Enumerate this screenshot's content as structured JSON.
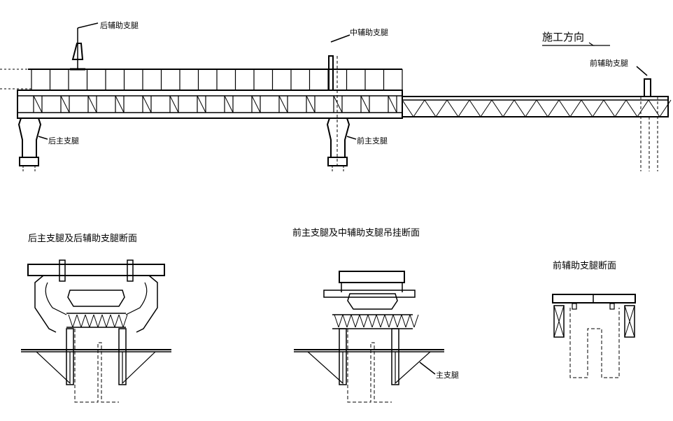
{
  "labels": {
    "rear_aux_leg": "后辅助支腿",
    "mid_aux_leg": "中辅助支腿",
    "front_aux_leg_top": "前辅助支腿",
    "rear_main_leg": "后主支腿",
    "front_main_leg": "前主支腿",
    "direction": "施工方向",
    "section_rear": "后主支腿及后辅助支腿断面",
    "section_front": "前主支腿及中辅助支腿吊挂断面",
    "section_front_aux": "前辅助支腿断面",
    "main_leg_callout": "主支腿"
  },
  "colors": {
    "line": "#000000",
    "paper": "#ffffff"
  }
}
